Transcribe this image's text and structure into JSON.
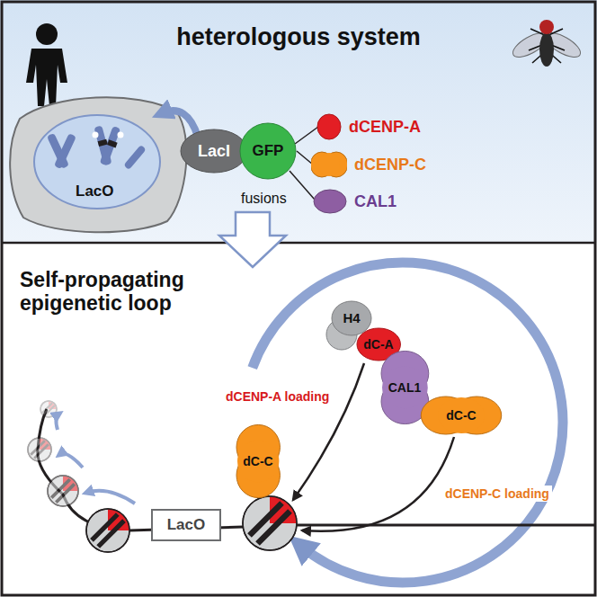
{
  "diagram": {
    "nodes": [
      {
        "text": [
          "heterologous system"
        ]
      },
      {
        "text": [
          "LacI"
        ],
        "in": 0
      },
      {
        "text": [
          "GFP"
        ],
        "in": 0
      },
      {
        "text": [
          "dCENP-A"
        ],
        "in": 0
      },
      {
        "text": [
          "dCENP-C"
        ],
        "in": 0
      },
      {
        "text": [
          "CAL1"
        ],
        "in": 0
      },
      {
        "text": [
          "Self-propagating epigenetic loop"
        ]
      },
      {
        "text": [
          "LacO"
        ],
        "in": 6
      },
      {
        "text": [
          "H4"
        ],
        "in": 6
      },
      {
        "text": [
          "dC-A"
        ],
        "in": 6
      },
      {
        "text": [
          "CAL1"
        ],
        "in": 6
      },
      {
        "text": [
          "dC-C"
        ],
        "in": 6
      },
      {
        "text": [
          "dC-C"
        ],
        "in": 6
      }
    ],
    "labels": [
      "LacO",
      "fusions",
      "dCENP-A loading",
      "dCENP-C loading"
    ]
  }
}
